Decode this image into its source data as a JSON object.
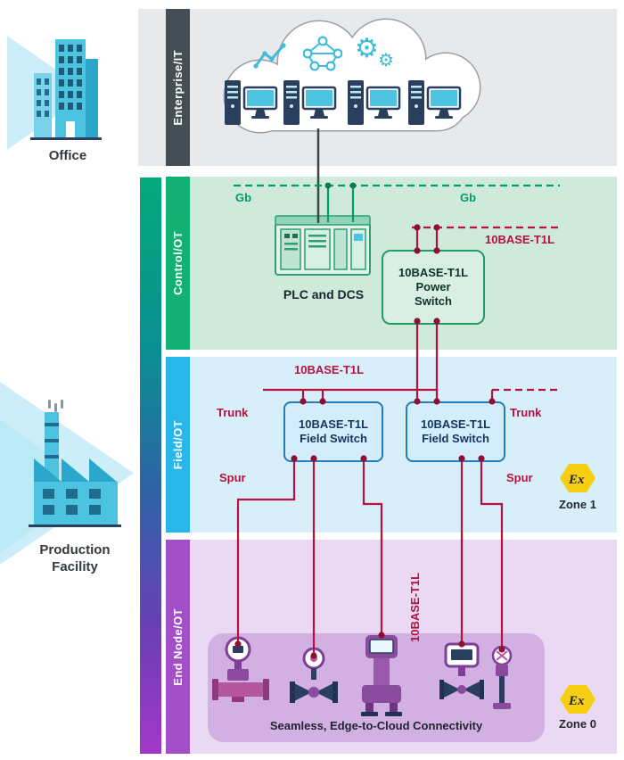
{
  "colors": {
    "enterprise_bar": "#434f54",
    "control_bar": "#12b173",
    "field_bar": "#29b6e8",
    "end_node_bar": "#a14fc6",
    "line_red": "#b5123f",
    "line_green": "#009e69",
    "zone_yellow": "#f7ce12",
    "icon_teal": "#4cc3e0"
  },
  "left_column": {
    "office_label": "Office",
    "production_label_line1": "Production",
    "production_label_line2": "Facility"
  },
  "enterprise": {
    "band_label": "Enterprise/IT"
  },
  "control": {
    "band_label": "Control/OT",
    "gb_left": "Gb",
    "gb_right": "Gb",
    "t1l_label": "10BASE-T1L",
    "plc_caption": "PLC and DCS",
    "power_switch": {
      "line1": "10BASE-T1L",
      "line2": "Power",
      "line3": "Switch"
    }
  },
  "field": {
    "band_label": "Field/OT",
    "t1l_label": "10BASE-T1L",
    "trunk_left": "Trunk",
    "trunk_right": "Trunk",
    "spur_left": "Spur",
    "spur_right": "Spur",
    "switch_left": {
      "line1": "10BASE-T1L",
      "line2": "Field Switch"
    },
    "switch_right": {
      "line1": "10BASE-T1L",
      "line2": "Field Switch"
    },
    "zone_label": "Zone 1"
  },
  "end_node": {
    "band_label": "End Node/OT",
    "t1l_label": "10BASE-T1L",
    "caption": "Seamless, Edge-to-Cloud Connectivity",
    "zone_label": "Zone 0"
  },
  "ex_symbol": "Ex",
  "icons": {
    "gears": "⚙"
  }
}
